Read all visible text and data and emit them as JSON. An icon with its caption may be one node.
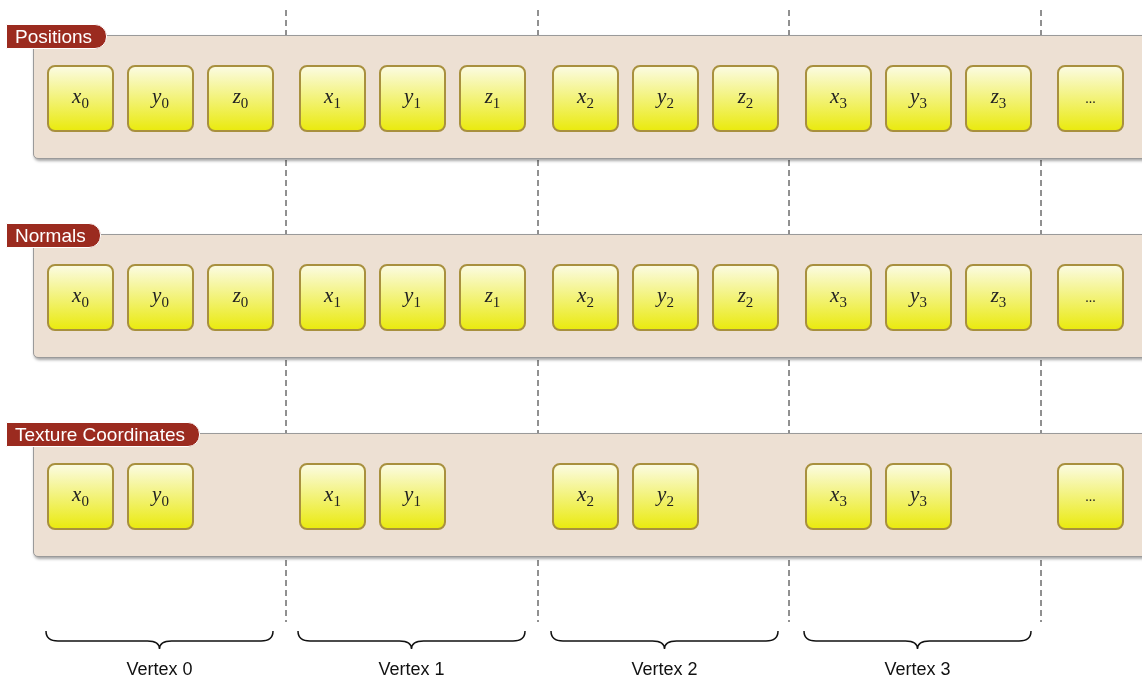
{
  "diagram": {
    "nodes": [
      {
        "text": [
          "Positions"
        ]
      },
      {
        "text": [
          "x$_{0}$"
        ],
        "in": 0
      },
      {
        "text": [
          "y$_{0}$"
        ],
        "in": 0
      },
      {
        "text": [
          "z$_{0}$"
        ],
        "in": 0
      },
      {
        "text": [
          "x$_{1}$"
        ],
        "in": 0
      },
      {
        "text": [
          "y$_{1}$"
        ],
        "in": 0
      },
      {
        "text": [
          "z$_{1}$"
        ],
        "in": 0
      },
      {
        "text": [
          "x$_{2}$"
        ],
        "in": 0
      },
      {
        "text": [
          "y$_{2}$"
        ],
        "in": 0
      },
      {
        "text": [
          "z$_{2}$"
        ],
        "in": 0
      },
      {
        "text": [
          "x$_{3}$"
        ],
        "in": 0
      },
      {
        "text": [
          "y$_{3}$"
        ],
        "in": 0
      },
      {
        "text": [
          "z$_{3}$"
        ],
        "in": 0
      },
      {
        "text": [
          "..."
        ],
        "in": 0
      },
      {
        "text": [
          "Normals"
        ]
      },
      {
        "text": [
          "x$_{0}$"
        ],
        "in": 14
      },
      {
        "text": [
          "y$_{0}$"
        ],
        "in": 14
      },
      {
        "text": [
          "z$_{0}$"
        ],
        "in": 14
      },
      {
        "text": [
          "x$_{1}$"
        ],
        "in": 14
      },
      {
        "text": [
          "y$_{1}$"
        ],
        "in": 14
      },
      {
        "text": [
          "z$_{1}$"
        ],
        "in": 14
      },
      {
        "text": [
          "x$_{2}$"
        ],
        "in": 14
      },
      {
        "text": [
          "y$_{2}$"
        ],
        "in": 14
      },
      {
        "text": [
          "z$_{2}$"
        ],
        "in": 14
      },
      {
        "text": [
          "x$_{3}$"
        ],
        "in": 14
      },
      {
        "text": [
          "y$_{3}$"
        ],
        "in": 14
      },
      {
        "text": [
          "z$_{3}$"
        ],
        "in": 14
      },
      {
        "text": [
          "..."
        ],
        "in": 14
      },
      {
        "text": [
          "Texture Coordinates"
        ]
      },
      {
        "text": [
          "x$_{0}$"
        ],
        "in": 28
      },
      {
        "text": [
          "y$_{0}$"
        ],
        "in": 28
      },
      {
        "text": [
          "x$_{1}$"
        ],
        "in": 28
      },
      {
        "text": [
          "y$_{1}$"
        ],
        "in": 28
      },
      {
        "text": [
          "x$_{2}$"
        ],
        "in": 28
      },
      {
        "text": [
          "y$_{2}$"
        ],
        "in": 28
      },
      {
        "text": [
          "x$_{3}$"
        ],
        "in": 28
      },
      {
        "text": [
          "y$_{3}$"
        ],
        "in": 28
      },
      {
        "text": [
          "..."
        ],
        "in": 28
      }
    ],
    "labels": [
      "Vertex 0",
      "Vertex 1",
      "Vertex 2",
      "Vertex 3"
    ]
  }
}
